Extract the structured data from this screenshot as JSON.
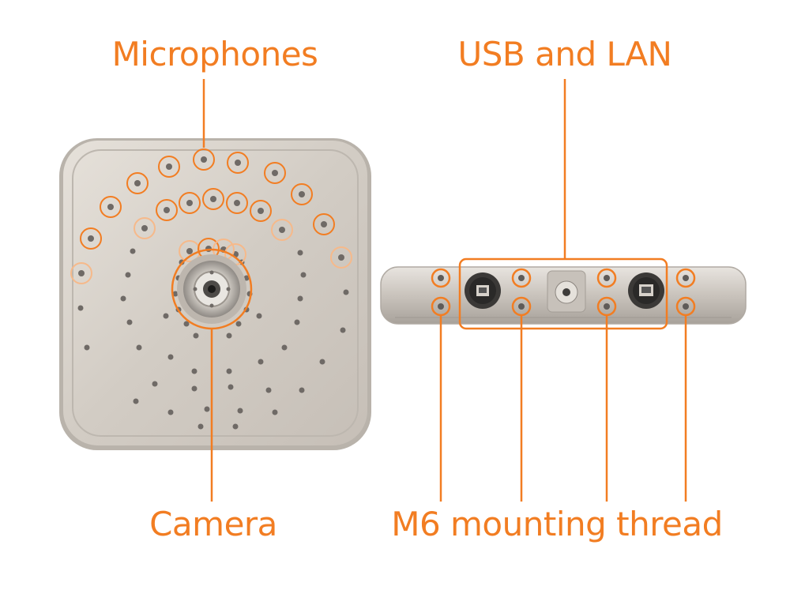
{
  "labels": {
    "microphones": "Microphones",
    "usb_lan": "USB and LAN",
    "camera": "Camera",
    "m6": "M6 mounting thread"
  },
  "colors": {
    "accent": "#f27d22",
    "accent_light": "#f6b98a",
    "metal_light": "#dcd6cf",
    "metal_dark": "#a9a39c",
    "hole": "#6f6a66"
  },
  "icons": {
    "usb_port": "usb-b-port-icon",
    "lan_port": "rj45-port-icon",
    "power_port": "dc-power-jack-icon"
  }
}
